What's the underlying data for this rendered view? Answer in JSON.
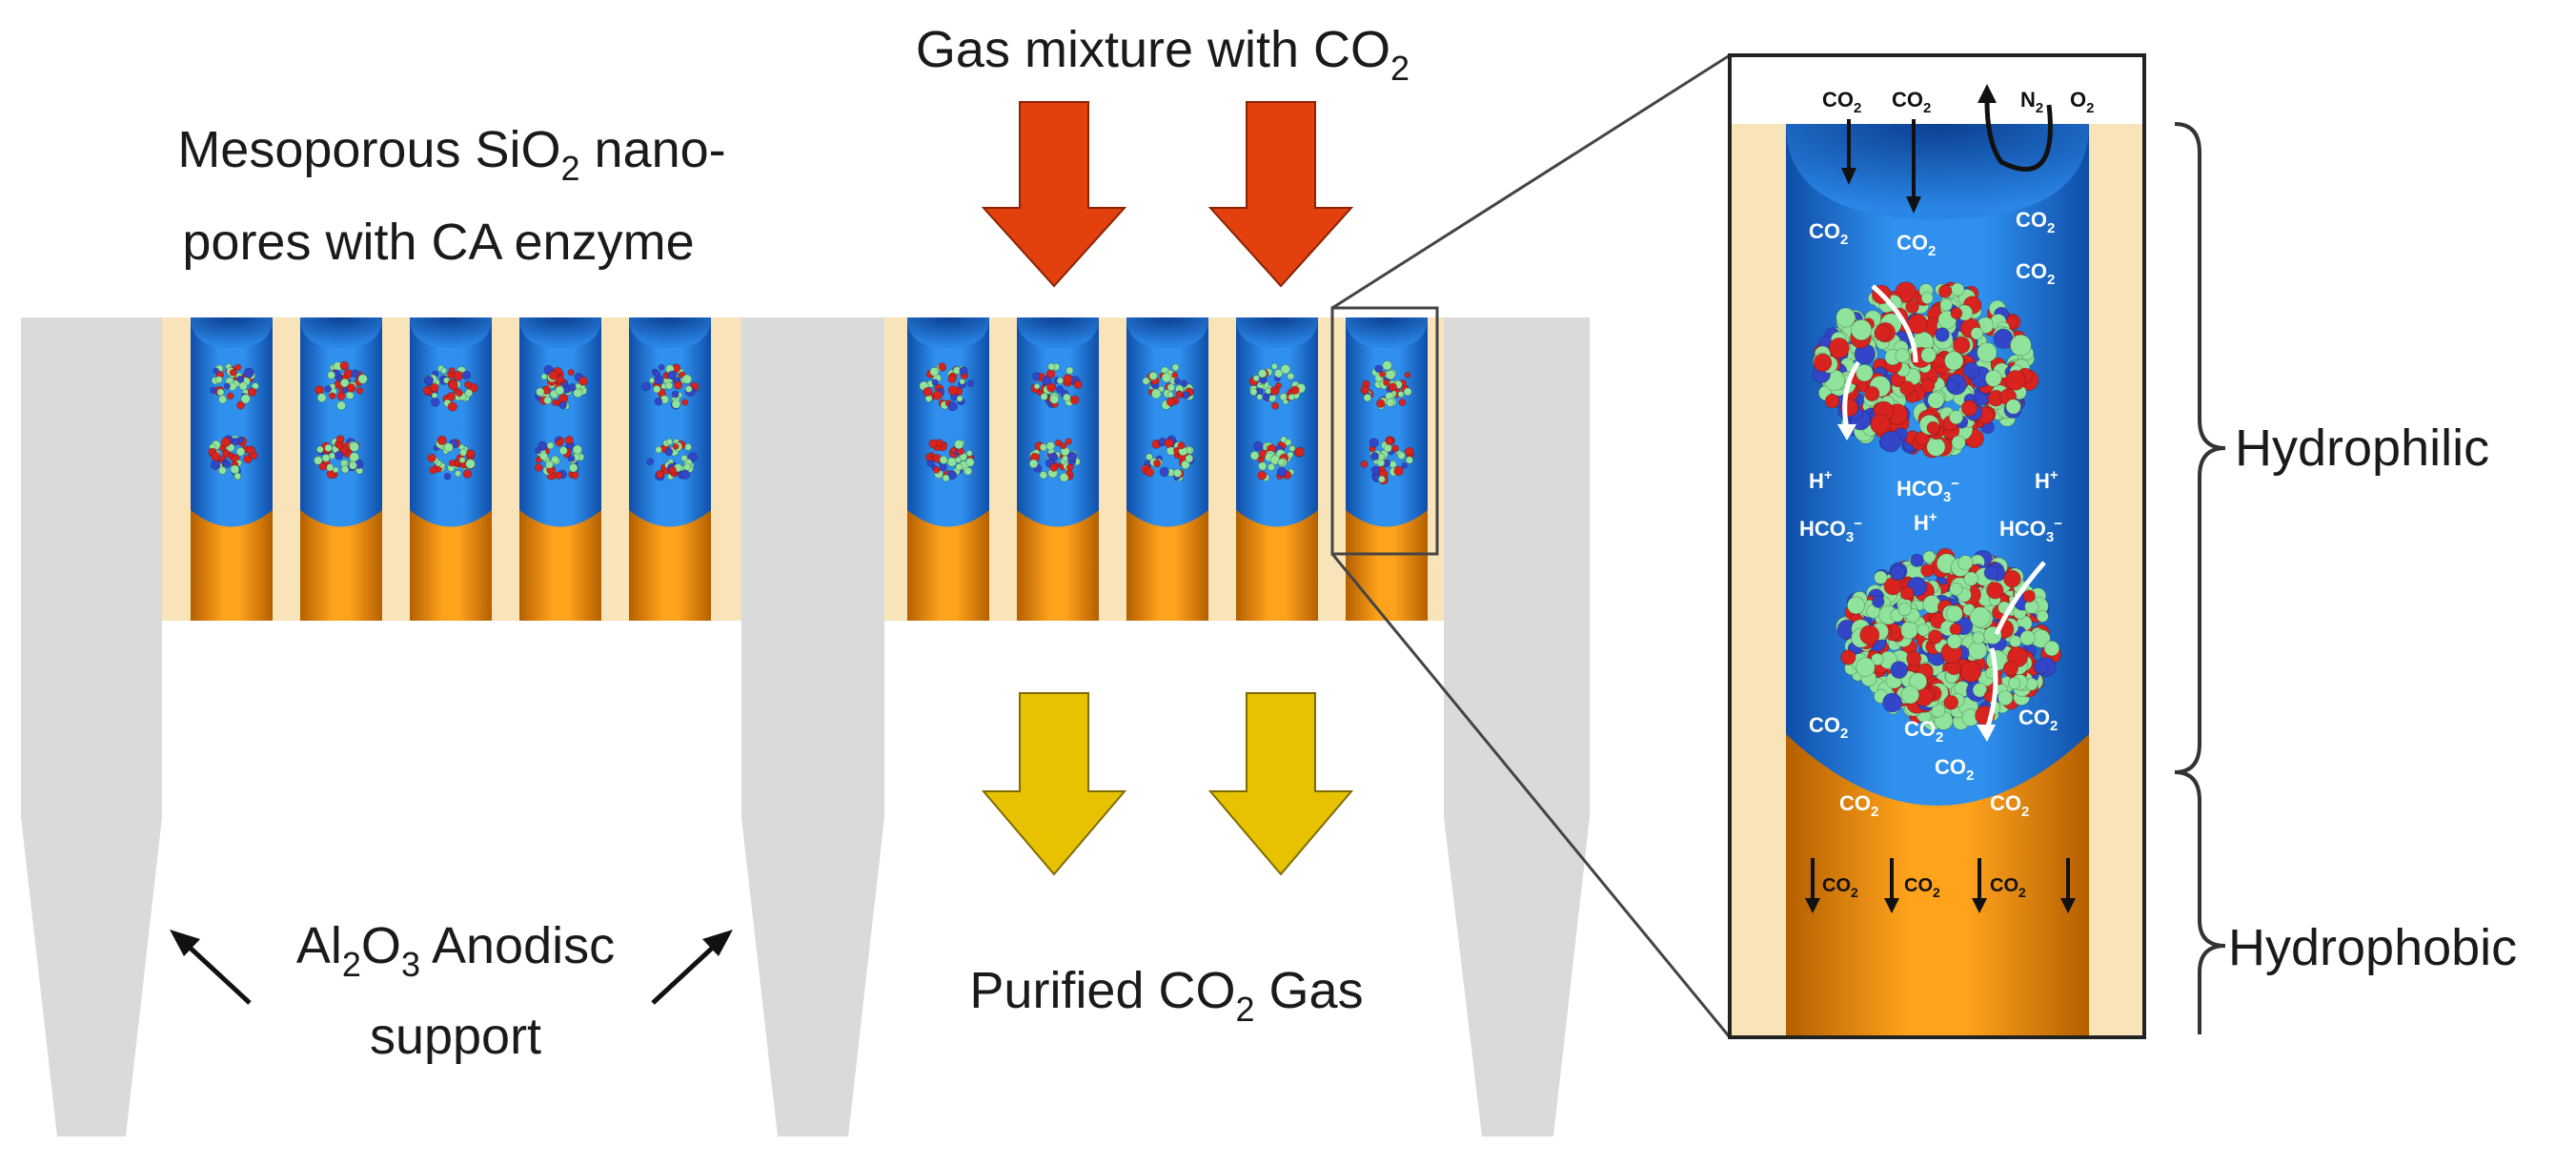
{
  "labels": {
    "gas_mixture": {
      "text": "Gas mixture with CO",
      "sub": "2"
    },
    "mesoporous_line1": {
      "pre": "Mesoporous SiO",
      "sub": "2",
      "post": " nano-"
    },
    "mesoporous_line2": "pores with CA enzyme",
    "anodisc_line1": {
      "a": "Al",
      "s1": "2",
      "b": "O",
      "s2": "3",
      "c": " Anodisc"
    },
    "anodisc_line2": "support",
    "purified": {
      "pre": "Purified CO",
      "sub": "2",
      "post": " Gas"
    },
    "hydrophilic": "Hydrophilic",
    "hydrophobic": "Hydrophobic"
  },
  "molecules": {
    "co2": "CO",
    "co2_sub": "2",
    "n2": "N",
    "n2_sub": "2",
    "o2": "O",
    "o2_sub": "2",
    "h_plus": "H",
    "h_plus_sup": "+",
    "hco3": "HCO",
    "hco3_sub": "3",
    "hco3_sup": "−"
  },
  "colors": {
    "support_gray": "#dadada",
    "frame_beige": "#f8e4b8",
    "hydrophilic_blue": "#1e7be0",
    "hydrophobic_orange": "#ef8a0a",
    "inlet_arrow_red": "#e2400c",
    "outlet_arrow_yellow": "#e6c200",
    "enzyme_green": "#8fe39a",
    "enzyme_red": "#d8231f",
    "enzyme_blue": "#3346c9"
  }
}
